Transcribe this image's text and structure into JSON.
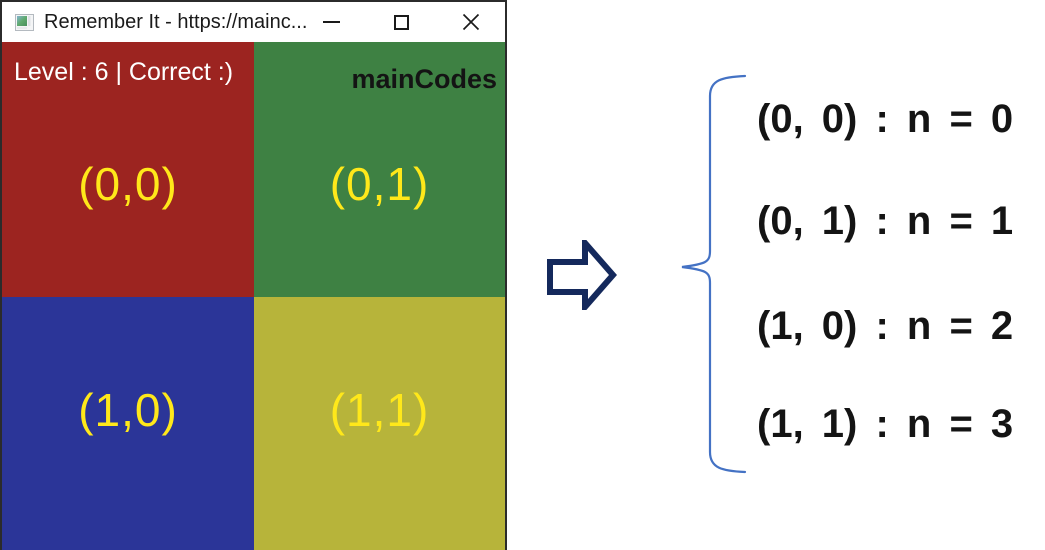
{
  "window": {
    "title": "Remember It - https://mainc...",
    "controls": {
      "minimize": "minimize",
      "maximize": "maximize",
      "close": "close"
    }
  },
  "game": {
    "status": "Level : 6 | Correct :)",
    "watermark": "mainCodes",
    "label_color": "#ffe81a",
    "quadrants": [
      {
        "label": "(0,0)",
        "color": "#9c2420"
      },
      {
        "label": "(0,1)",
        "color": "#3e8143"
      },
      {
        "label": "(1,0)",
        "color": "#2b3598"
      },
      {
        "label": "(1,1)",
        "color": "#b7b43a"
      }
    ]
  },
  "annotation": {
    "arrow_color": "#14295c",
    "brace_color": "#4472c4",
    "mappings": [
      "(0, 0) : n = 0",
      "(0, 1) : n = 1",
      "(1, 0) : n = 2",
      "(1, 1) : n = 3"
    ]
  }
}
